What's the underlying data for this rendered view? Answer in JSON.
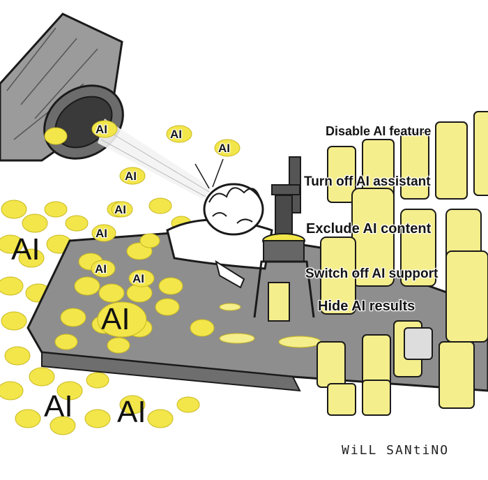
{
  "cartoon": {
    "setting": "lemonade-stand",
    "colors": {
      "lemon": "#f2e64a",
      "lemon_dark": "#d8c82a",
      "ink": "#1a1a1a",
      "gray": "#8f8f8f",
      "table": "#9a9a9a",
      "juice": "#f5ee8c"
    }
  },
  "captions": {
    "disable": "Disable AI feature",
    "turnoff": "Turn off AI assistant",
    "exclude": "Exclude AI content",
    "switchoff": "Switch off AI support",
    "hide": "Hide AI results"
  },
  "lemon_labels": {
    "falling": [
      "AI",
      "AI",
      "AI",
      "AI",
      "AI"
    ],
    "table": [
      "AI",
      "AI",
      "AI"
    ],
    "large": [
      "AI",
      "AI",
      "AI",
      "AI"
    ]
  },
  "signature": "WiLL SANtiNO"
}
